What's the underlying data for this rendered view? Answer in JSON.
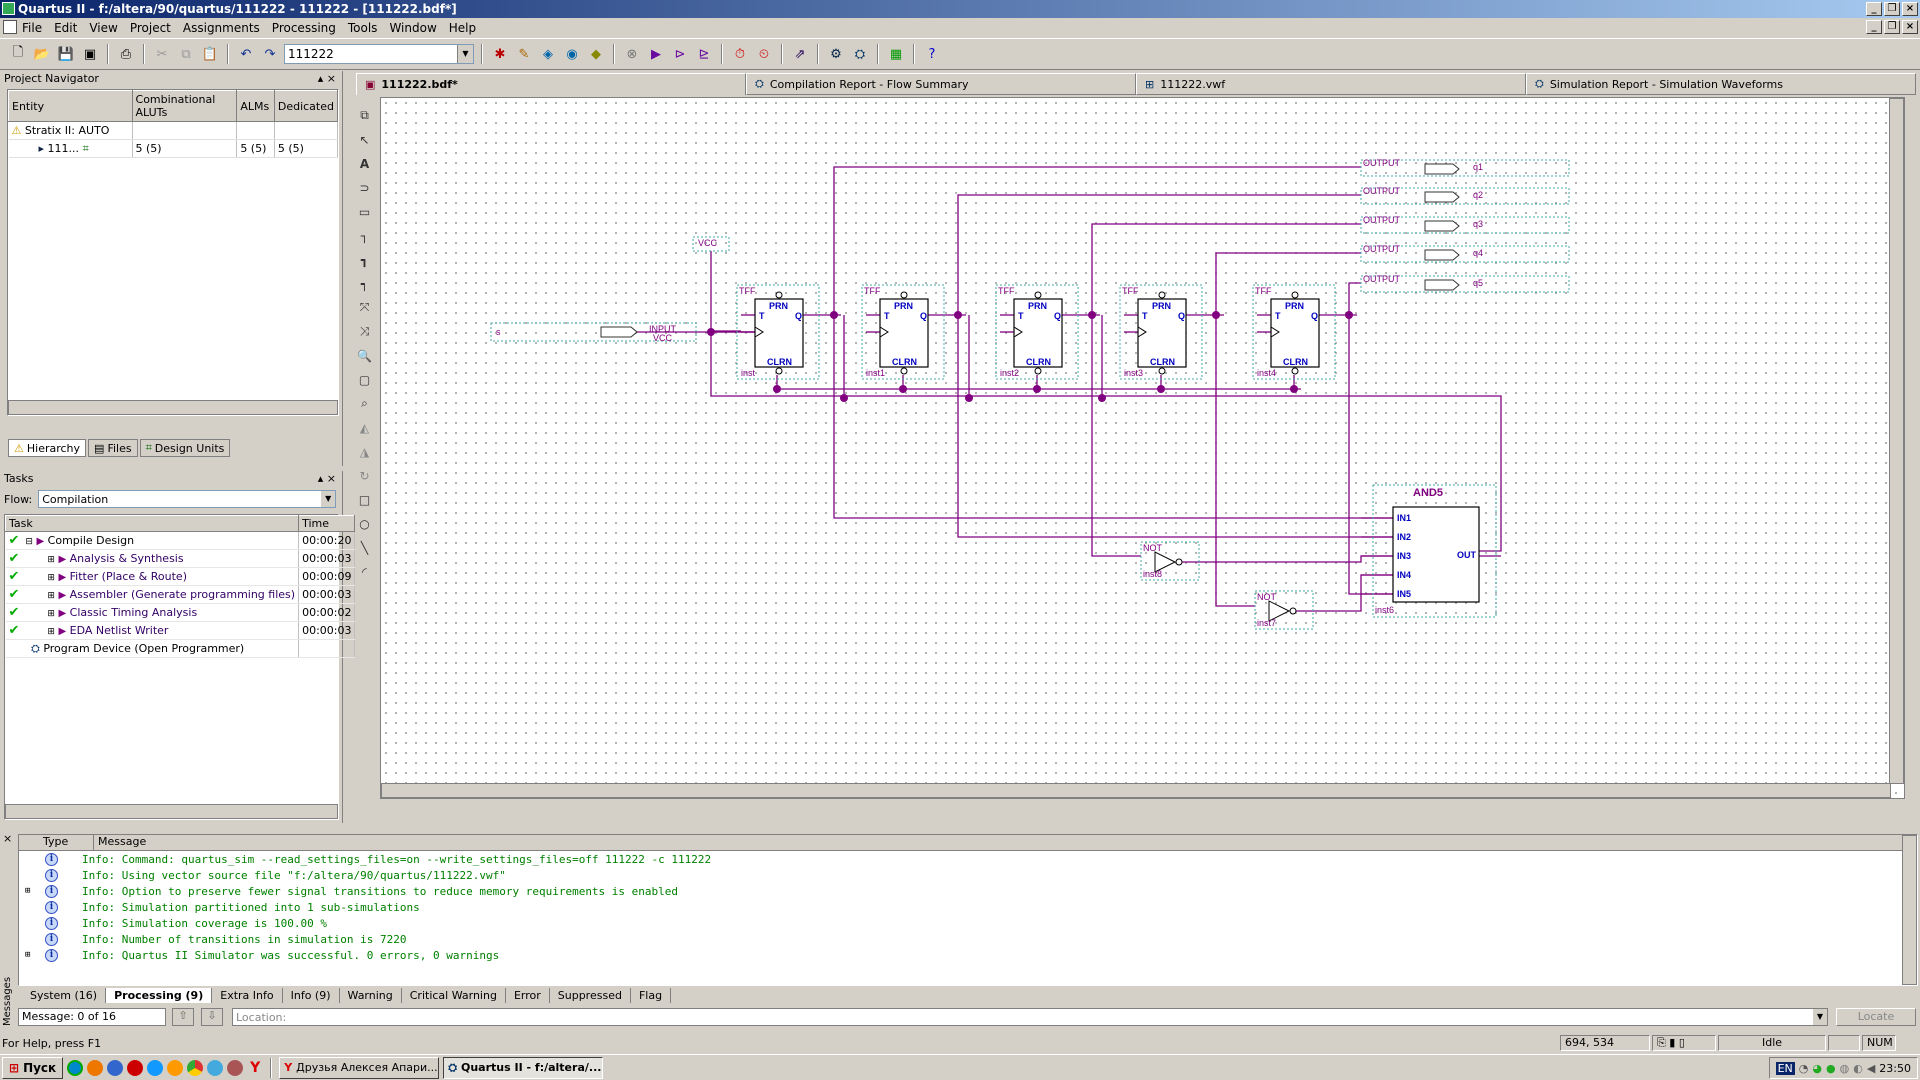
{
  "window": {
    "title": "Quartus II - f:/altera/90/quartus/111222 - 111222 - [111222.bdf*]"
  },
  "menu": [
    "File",
    "Edit",
    "View",
    "Project",
    "Assignments",
    "Processing",
    "Tools",
    "Window",
    "Help"
  ],
  "toolbar": {
    "project_combo": "111222"
  },
  "project_navigator": {
    "title": "Project Navigator",
    "columns": [
      "Entity",
      "Combinational ALUTs",
      "ALMs",
      "Dedicated"
    ],
    "rows": [
      {
        "entity": "Stratix II: AUTO",
        "aluts": "",
        "alms": "",
        "ded": ""
      },
      {
        "entity": "111...",
        "aluts": "5 (5)",
        "alms": "5 (5)",
        "ded": "5 (5)"
      }
    ],
    "tabs": [
      "Hierarchy",
      "Files",
      "Design Units"
    ]
  },
  "tasks": {
    "title": "Tasks",
    "flow_label": "Flow:",
    "flow_value": "Compilation",
    "col_task": "Task",
    "col_time": "Time",
    "rows": [
      {
        "name": "Compile Design",
        "time": "00:00:20",
        "done": true,
        "level": 0
      },
      {
        "name": "Analysis & Synthesis",
        "time": "00:00:03",
        "done": true,
        "level": 1
      },
      {
        "name": "Fitter (Place & Route)",
        "time": "00:00:09",
        "done": true,
        "level": 1
      },
      {
        "name": "Assembler (Generate programming files)",
        "time": "00:00:03",
        "done": true,
        "level": 1
      },
      {
        "name": "Classic Timing Analysis",
        "time": "00:00:02",
        "done": true,
        "level": 1
      },
      {
        "name": "EDA Netlist Writer",
        "time": "00:00:03",
        "done": true,
        "level": 1
      },
      {
        "name": "Program Device (Open Programmer)",
        "time": "",
        "done": false,
        "level": 0
      }
    ]
  },
  "doc_tabs": [
    "111222.bdf*",
    "Compilation Report - Flow Summary",
    "111222.vwf",
    "Simulation Report - Simulation Waveforms"
  ],
  "schematic": {
    "vcc_label": "VCC",
    "input_name": "s",
    "input_label": "INPUT",
    "input_vcc": "VCC",
    "tff_type": "TFF",
    "prn": "PRN",
    "clrn": "CLRN",
    "t_pin": "T",
    "q_pin": "Q",
    "tff_instances": [
      "inst",
      "inst1",
      "inst2",
      "inst3",
      "inst4"
    ],
    "output_label": "OUTPUT",
    "outputs": [
      "q1",
      "q2",
      "q3",
      "q4",
      "q5"
    ],
    "not_label": "NOT",
    "not_instances": [
      "inst8",
      "inst7"
    ],
    "and_label": "AND5",
    "and_inputs": [
      "IN1",
      "IN2",
      "IN3",
      "IN4",
      "IN5"
    ],
    "and_output": "OUT",
    "and_instance": "inst6",
    "wire_color": "#800080"
  },
  "messages": {
    "col_type": "Type",
    "col_message": "Message",
    "rows": [
      "Info: Command: quartus_sim --read_settings_files=on --write_settings_files=off 111222 -c 111222",
      "Info: Using vector source file \"f:/altera/90/quartus/111222.vwf\"",
      "Info: Option to preserve fewer signal transitions to reduce memory requirements is enabled",
      "Info: Simulation partitioned into 1 sub-simulations",
      "Info: Simulation coverage is      100.00 %",
      "Info: Number of transitions in simulation is 7220",
      "Info: Quartus II Simulator was successful. 0 errors, 0 warnings"
    ],
    "tabs": [
      "System (16)",
      "Processing (9)",
      "Extra Info",
      "Info (9)",
      "Warning",
      "Critical Warning",
      "Error",
      "Suppressed",
      "Flag"
    ],
    "side_label": "Messages",
    "counter": "Message: 0 of 16",
    "location_placeholder": "Location:",
    "locate_button": "Locate"
  },
  "status": {
    "help": "For Help, press F1",
    "coords": "694, 534",
    "state": "Idle",
    "num": "NUM"
  },
  "taskbar": {
    "start": "Пуск",
    "tasks": [
      "Друзья Алексея Апари...",
      "Quartus II - f:/altera/..."
    ],
    "lang": "EN",
    "clock": "23:50"
  }
}
